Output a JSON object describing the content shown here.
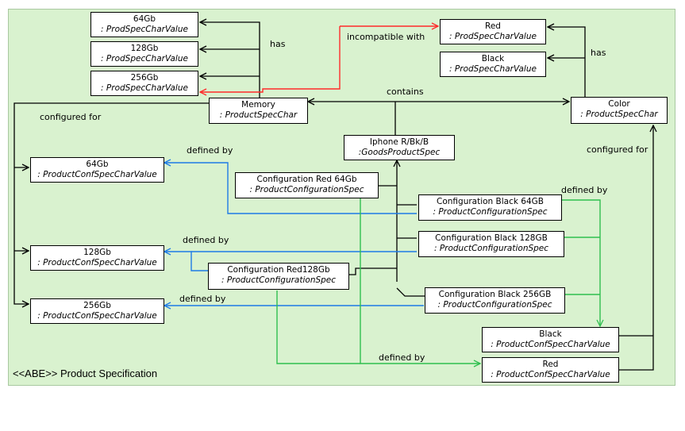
{
  "caption": "<<ABE>> Product Specification",
  "nodes": {
    "mem64": {
      "name": "64Gb",
      "type": ": ProdSpecCharValue"
    },
    "mem128": {
      "name": "128Gb",
      "type": ": ProdSpecCharValue"
    },
    "mem256": {
      "name": "256Gb",
      "type": ": ProdSpecCharValue"
    },
    "memory": {
      "name": "Memory",
      "type": ": ProductSpecChar"
    },
    "red": {
      "name": "Red",
      "type": ": ProdSpecCharValue"
    },
    "black": {
      "name": "Black",
      "type": ": ProdSpecCharValue"
    },
    "color": {
      "name": "Color",
      "type": ": ProductSpecChar"
    },
    "iphone": {
      "name": "Iphone R/Bk/B",
      "type": ":GoodsProductSpec"
    },
    "conf64": {
      "name": "64Gb",
      "type": ": ProductConfSpecCharValue"
    },
    "conf128": {
      "name": "128Gb",
      "type": ": ProductConfSpecCharValue"
    },
    "conf256": {
      "name": "256Gb",
      "type": ": ProductConfSpecCharValue"
    },
    "cfgRed64": {
      "name": "Configuration Red 64Gb",
      "type": ": ProductConfigurationSpec"
    },
    "cfgRed128": {
      "name": "Configuration Red128Gb",
      "type": ": ProductConfigurationSpec"
    },
    "cfgBlack64": {
      "name": "Configuration Black 64GB",
      "type": ": ProductConfigurationSpec"
    },
    "cfgBlack128": {
      "name": "Configuration Black 128GB",
      "type": ": ProductConfigurationSpec"
    },
    "cfgBlack256": {
      "name": "Configuration Black 256GB",
      "type": ": ProductConfigurationSpec"
    },
    "confBlack": {
      "name": "Black",
      "type": ": ProductConfSpecCharValue"
    },
    "confRed": {
      "name": "Red",
      "type": ": ProductConfSpecCharValue"
    }
  },
  "labels": {
    "has_left": "has",
    "has_right": "has",
    "incompatible": "incompatible with",
    "contains": "contains",
    "configured_left": "configured for",
    "configured_right": "configured for",
    "defined_1": "defined by",
    "defined_2": "defined by",
    "defined_3": "defined by",
    "defined_4": "defined by",
    "defined_5": "defined by"
  },
  "colors": {
    "background": "#d9f2cf",
    "line": "#000000",
    "incompatible": "#ff2a2a",
    "defined_blue": "#1e7be6",
    "defined_green": "#2fbf4f"
  }
}
